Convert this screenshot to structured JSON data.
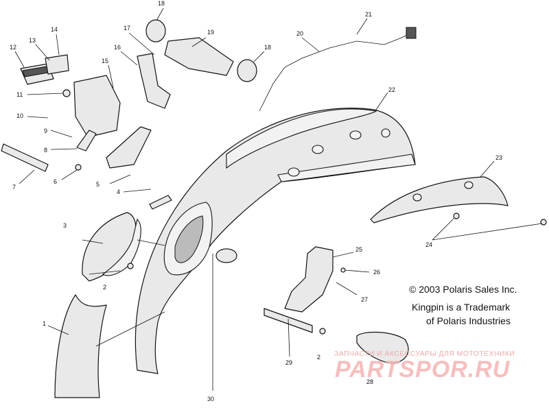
{
  "callouts": [
    {
      "num": "1"
    },
    {
      "num": "2"
    },
    {
      "num": "2"
    },
    {
      "num": "3"
    },
    {
      "num": "4"
    },
    {
      "num": "5"
    },
    {
      "num": "6"
    },
    {
      "num": "7"
    },
    {
      "num": "8"
    },
    {
      "num": "9"
    },
    {
      "num": "10"
    },
    {
      "num": "11"
    },
    {
      "num": "12"
    },
    {
      "num": "13"
    },
    {
      "num": "14"
    },
    {
      "num": "15"
    },
    {
      "num": "16"
    },
    {
      "num": "17"
    },
    {
      "num": "18"
    },
    {
      "num": "18"
    },
    {
      "num": "19"
    },
    {
      "num": "20"
    },
    {
      "num": "21"
    },
    {
      "num": "22"
    },
    {
      "num": "23"
    },
    {
      "num": "24"
    },
    {
      "num": "25"
    },
    {
      "num": "26"
    },
    {
      "num": "27"
    },
    {
      "num": "28"
    },
    {
      "num": "29"
    },
    {
      "num": "30"
    }
  ],
  "notice": {
    "copyright": "© 2003 Polaris Sales Inc.",
    "trademark_line1": "Kingpin is a Trademark",
    "trademark_line2": "of Polaris Industries"
  },
  "watermark": {
    "tagline": "ЗАПЧАСТИ И АКСЕССУАРЫ ДЛЯ МОТОТЕХНИКИ",
    "brand": "PARTSPOR.RU"
  }
}
